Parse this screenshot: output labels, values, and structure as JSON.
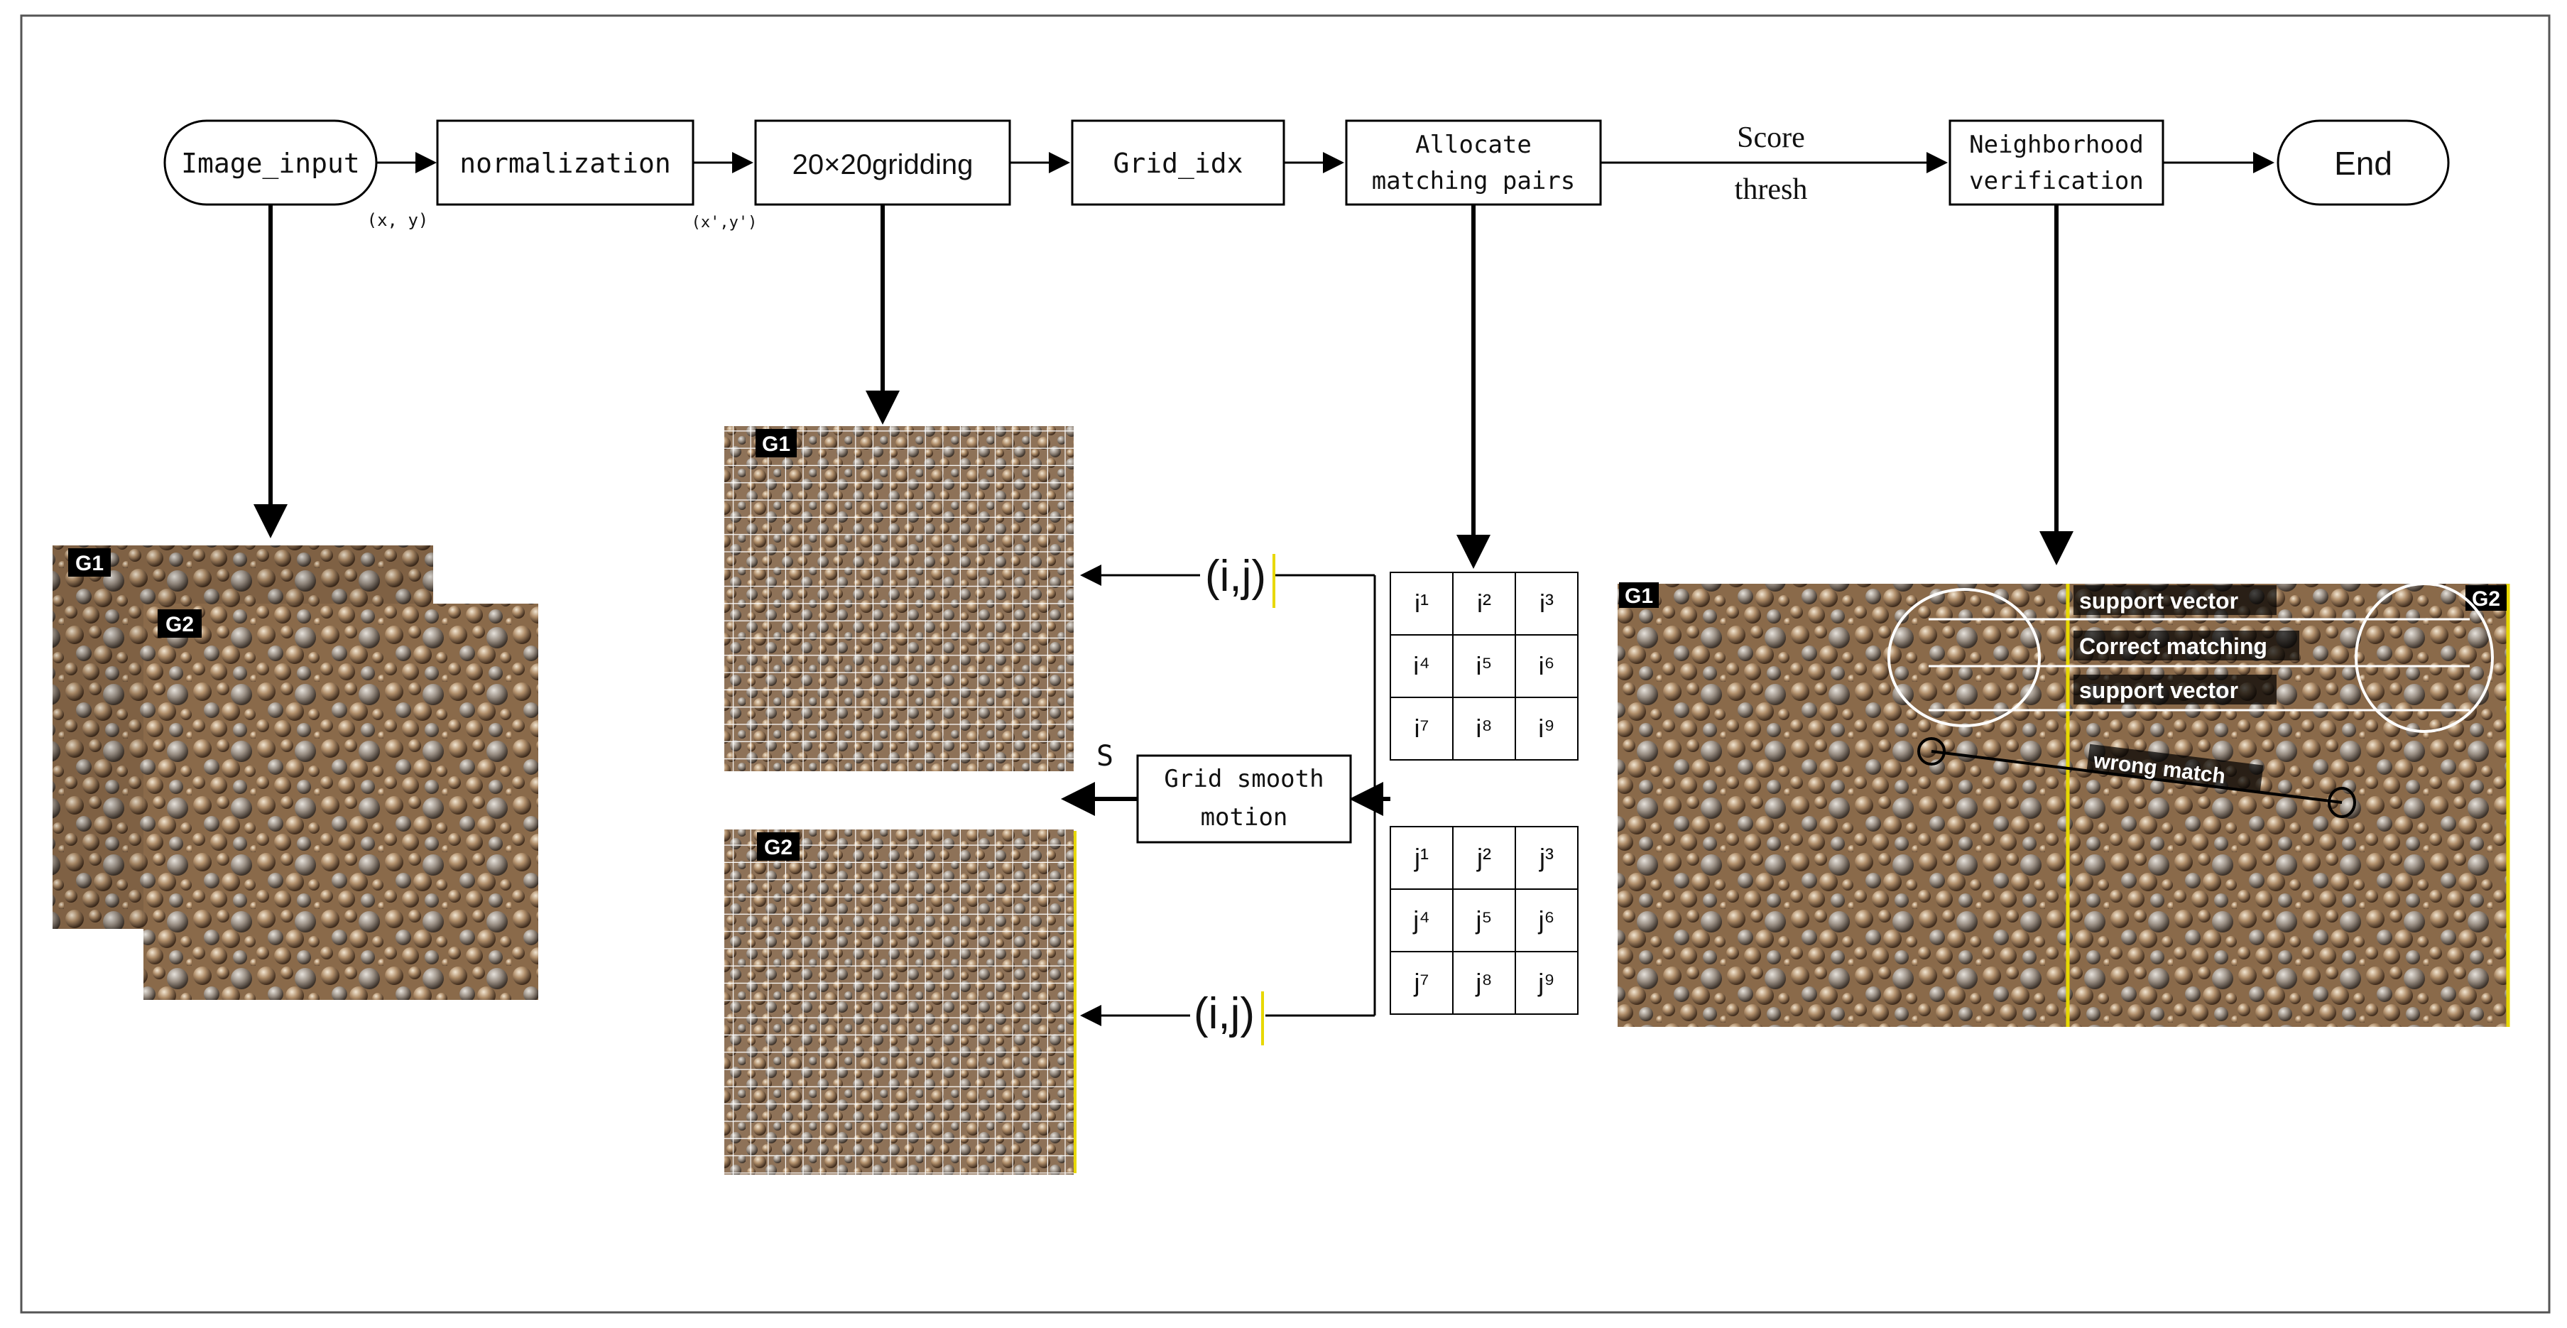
{
  "flow": {
    "image_input": "Image_input",
    "normalization": "normalization",
    "gridding": "20×20gridding",
    "grid_idx": "Grid_idx",
    "allocate_l1": "Allocate",
    "allocate_l2": "matching pairs",
    "score_l1": "Score",
    "score_l2": "thresh",
    "neigh_l1": "Neighborhood",
    "neigh_l2": "verification",
    "end": "End",
    "coord_xy": "(x, y)",
    "coord_xy_prime": "(x',y')"
  },
  "images": {
    "g1": "G1",
    "g2": "G2"
  },
  "middle": {
    "ij_top": "(i,j)",
    "ij_bottom": "(i,j)",
    "s_label": "S",
    "smooth_l1": "Grid smooth",
    "smooth_l2": "motion"
  },
  "grid_i": [
    "i¹",
    "i²",
    "i³",
    "i⁴",
    "i⁵",
    "i⁶",
    "i⁷",
    "i⁸",
    "i⁹"
  ],
  "grid_j": [
    "j¹",
    "j²",
    "j³",
    "j⁴",
    "j⁵",
    "j⁶",
    "j⁷",
    "j⁸",
    "j⁹"
  ],
  "verification": {
    "support_vector_1": "support vector",
    "correct_matching": "Correct matching",
    "support_vector_2": "support vector",
    "wrong_match": "wrong match"
  },
  "colors": {
    "texture_base": "#9a7a58",
    "texture_light": "#d8c4a6",
    "texture_dark": "#4a3423",
    "yellow_line": "#e8d800"
  }
}
